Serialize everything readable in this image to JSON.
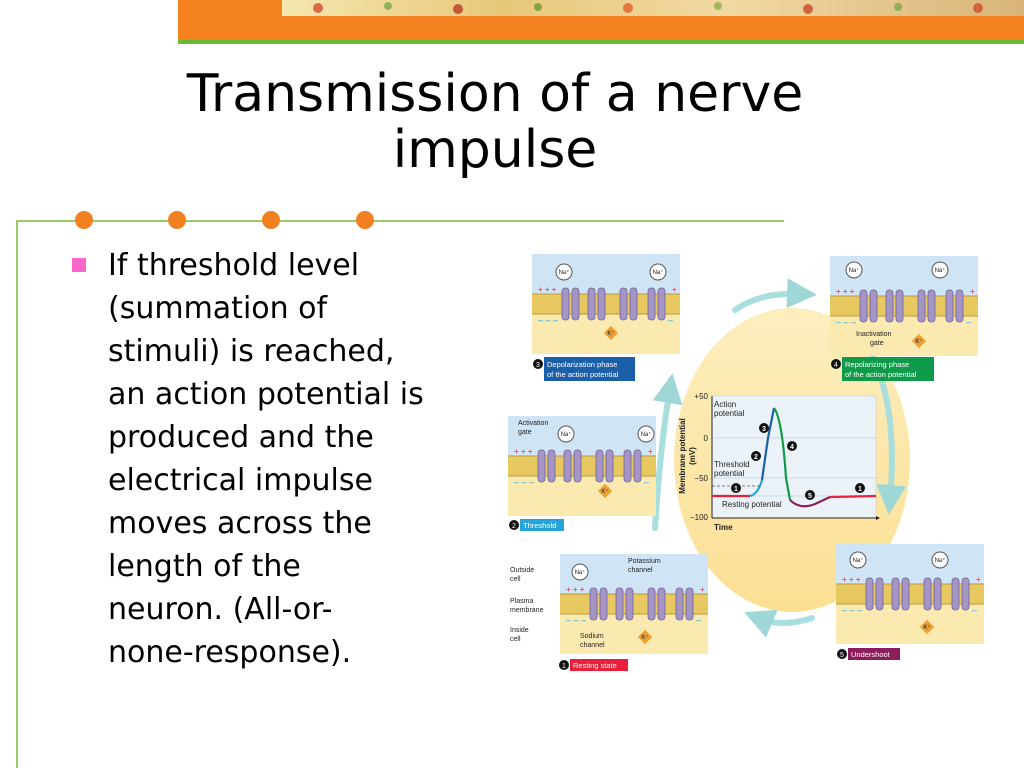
{
  "slide": {
    "title_lines": [
      "Transmission of a nerve",
      "impulse"
    ],
    "bullet_lines": [
      "If threshold level",
      "(summation of",
      "stimuli) is reached,",
      "an action potential is",
      "produced and the",
      "electrical impulse",
      "moves across the",
      "length of the",
      "neuron. (All-or-",
      "none-response)."
    ]
  },
  "figure": {
    "ion_labels": {
      "na": "Na⁺",
      "k": "K⁺"
    },
    "stage_labels": {
      "s3_line1": "Depolarization phase",
      "s3_line2": "of the action potential",
      "s4_line1": "Repolarizing phase",
      "s4_line2": "of the action potential",
      "s2": "Threshold",
      "s1": "Resting state",
      "s5": "Undershoot"
    },
    "stage_numbers": [
      "1",
      "2",
      "3",
      "4",
      "5"
    ],
    "annotations": {
      "inactivation_line1": "Inactivation",
      "inactivation_line2": "gate",
      "activation_line1": "Activation",
      "activation_line2": "gate",
      "outside_cell_line1": "Outside",
      "outside_cell_line2": "cell",
      "plasma_line1": "Plasma",
      "plasma_line2": "membrane",
      "inside_cell_line1": "Inside",
      "inside_cell_line2": "cell",
      "potassium_line1": "Potassium",
      "potassium_line2": "channel",
      "sodium_line1": "Sodium",
      "sodium_line2": "channel"
    },
    "graph": {
      "ylabel_line1": "Membrane potential",
      "ylabel_line2": "(mV)",
      "xlabel": "Time",
      "yticks": [
        "+50",
        "0",
        "−50",
        "−100"
      ],
      "action_potential_line1": "Action",
      "action_potential_line2": "potential",
      "threshold_line1": "Threshold",
      "threshold_line2": "potential",
      "resting_potential": "Resting potential"
    },
    "colors": {
      "stage1": "#e8203a",
      "stage2": "#27a3dc",
      "stage3": "#1b5fa8",
      "stage4": "#0f9a4a",
      "stage5": "#8a1d5a",
      "cycle_oval": "#fbe3a0",
      "arrow": "#a8dede",
      "membrane": "#e8c860",
      "channel": "#a595c4",
      "panel_top": "#cfe5f5",
      "panel_bottom": "#fbeab0"
    }
  }
}
